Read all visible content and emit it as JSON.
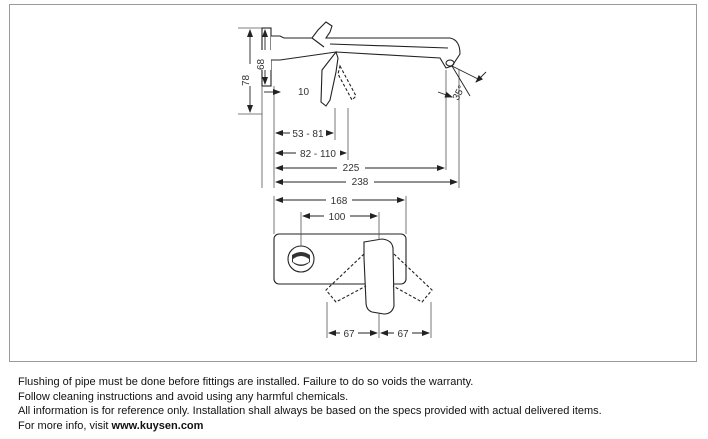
{
  "diagram": {
    "title": "Wall-mounted basin mixer dimension drawing",
    "side_view": {
      "dim_height_overall": "78",
      "dim_height_upper": "68",
      "dim_wall_depth": "10",
      "dim_range_1": "53 - 81",
      "dim_range_2": "82 - 110",
      "dim_spout_length": "225",
      "dim_total_length": "238",
      "dim_angle": "35°"
    },
    "front_view": {
      "dim_plate_width": "168",
      "dim_center_distance": "100",
      "dim_lever_left": "67",
      "dim_lever_right": "67"
    }
  },
  "notes": {
    "line1": "Flushing of pipe must be done before fittings are installed. Failure to do so voids the warranty.",
    "line2": "Follow cleaning instructions and avoid using any harmful chemicals.",
    "line3": "All information is for reference only. Installation shall always be based on the specs provided with actual delivered items.",
    "line4_prefix": "For more info, visit ",
    "line4_link": "www.kuysen.com"
  }
}
